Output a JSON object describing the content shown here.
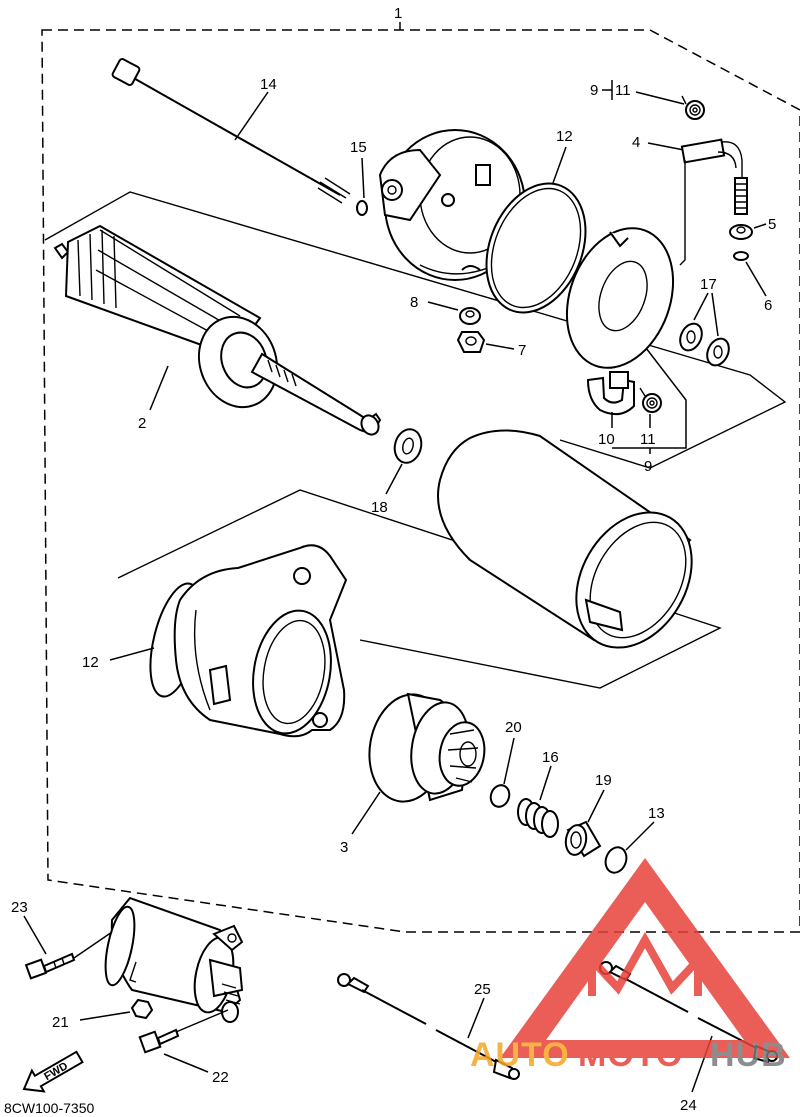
{
  "diagram": {
    "assembly_callout": "1",
    "part_code": "8CW100-7350",
    "forward_label": "FWD",
    "callouts": {
      "c2": "2",
      "c3": "3",
      "c4": "4",
      "c5": "5",
      "c6": "6",
      "c7": "7",
      "c8": "8",
      "c9_top": "9",
      "c9_bottom": "9",
      "c10": "10",
      "c11_bottom": "11",
      "c11_top": "11",
      "c12_upper": "12",
      "c12_lower": "12",
      "c13": "13",
      "c14": "14",
      "c15": "15",
      "c16": "16",
      "c17": "17",
      "c18": "18",
      "c19": "19",
      "c20": "20",
      "c21": "21",
      "c22": "22",
      "c23": "23",
      "c24": "24",
      "c25": "25"
    }
  },
  "watermark": {
    "text_auto": "AUTO",
    "text_moto": "MOTO",
    "text_hub": "HUB",
    "colors": {
      "red": "#e8413a",
      "orange": "#f5a623",
      "gray": "#7a7a7a"
    }
  }
}
